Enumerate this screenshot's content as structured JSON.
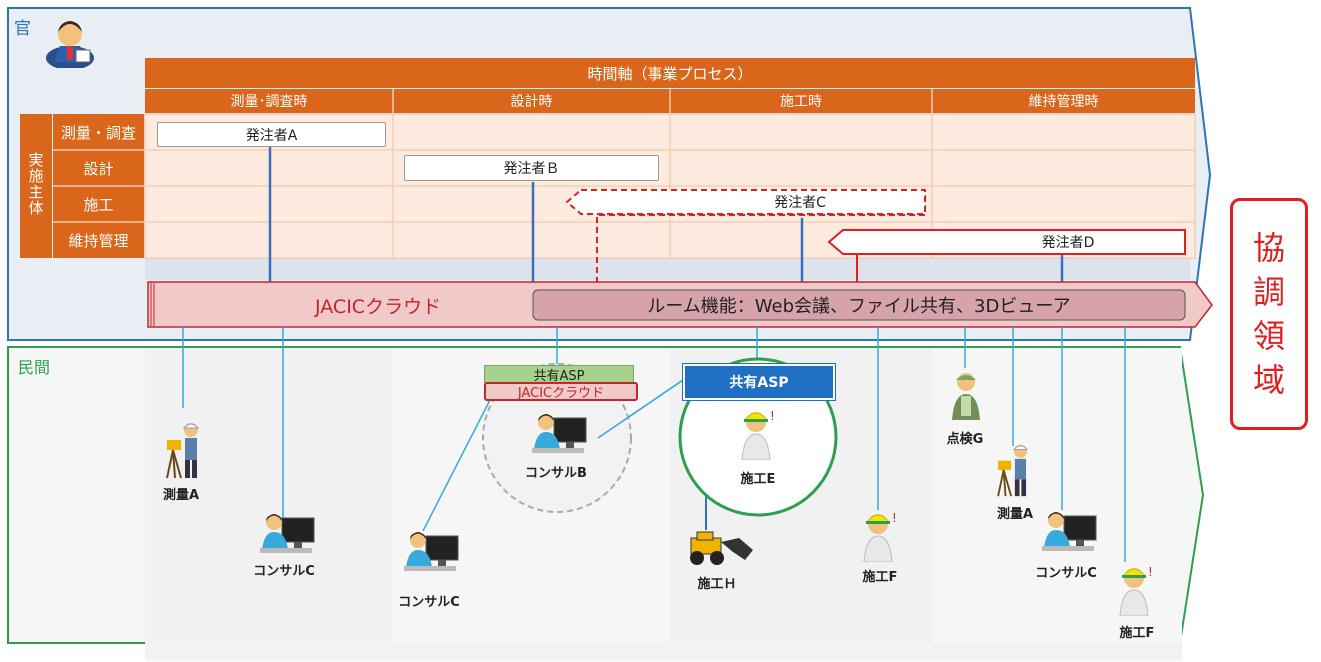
{
  "sections": {
    "government": "官",
    "private": "民間"
  },
  "timeline": {
    "title": "時間軸（事業プロセス）",
    "phases": [
      "測量･調査時",
      "設計時",
      "施工時",
      "維持管理時"
    ]
  },
  "implementer": {
    "label_chars": [
      "実",
      "施",
      "主",
      "体"
    ],
    "rows": [
      "測量・調査",
      "設計",
      "施工",
      "維持管理"
    ]
  },
  "issuers": {
    "a": "発注者A",
    "b": "発注者Ｂ",
    "c": "発注者C",
    "d": "発注者D"
  },
  "cloud": {
    "title": "JACICクラウド",
    "room": "ルーム機能：Web会議、ファイル共有、3Dビューア"
  },
  "asp": {
    "shared_green": "共有ASP",
    "jacic_small": "JACICクラウド",
    "shared_blue": "共有ASP"
  },
  "actors": {
    "survey_a_left": "測量A",
    "consul_c_1": "コンサルC",
    "consul_c_2": "コンサルC",
    "consul_b": "コンサルB",
    "const_e": "施工E",
    "const_h": "施工Ｈ",
    "const_f_1": "施工F",
    "inspect_g": "点検G",
    "survey_a_right": "測量A",
    "consul_c_3": "コンサルC",
    "const_f_2": "施工F"
  },
  "cooperation": [
    "協",
    "調",
    "領",
    "域"
  ],
  "colors": {
    "orange": "#d9661a",
    "grid_fill": "#fdebdf",
    "gov_bg": "#e9edf4",
    "gov_border": "#2e75b6",
    "priv_border": "#2e9e4f",
    "cloud_fill": "#f2c9c9",
    "cloud_text": "#c0282d",
    "link_blue": "#3a6fbf",
    "link_cyan": "#37a9dc",
    "red": "#e02020",
    "asp_blue": "#1f6fc5",
    "asp_green": "#a9d18e"
  }
}
